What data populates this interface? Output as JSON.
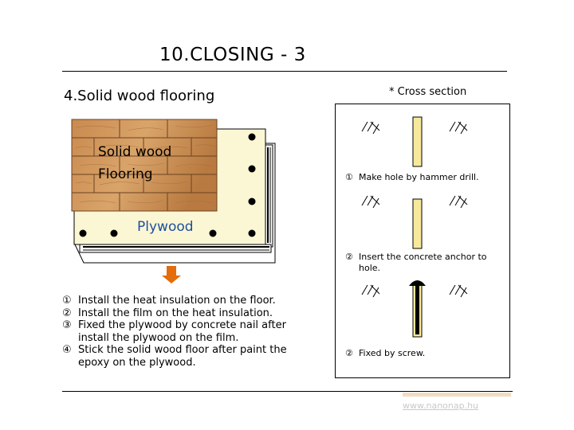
{
  "slide": {
    "title": "10.CLOSING - 3",
    "subtitle": "4.Solid wood flooring"
  },
  "left_diagram": {
    "wood_label_line1": "Solid wood",
    "wood_label_line2": "Flooring",
    "plywood_label": "Plywood",
    "plywood_label_color": "#1f4e9e",
    "arrow_color": "#e46c0a"
  },
  "cross_section": {
    "title": "* Cross section",
    "steps": [
      {
        "num": "①",
        "text": "Make hole by hammer drill."
      },
      {
        "num": "②",
        "text": "Insert the concrete anchor to hole."
      },
      {
        "num": "②",
        "text": "Fixed by screw."
      }
    ],
    "anchor_color": "#f7e99c"
  },
  "instructions": [
    {
      "num": "①",
      "text": "Install the heat insulation on the floor."
    },
    {
      "num": "②",
      "text": "Install the film on the heat insulation."
    },
    {
      "num": "③",
      "text": "Fixed the plywood by concrete nail after install the plywood on the film."
    },
    {
      "num": "④",
      "text": "Stick the solid wood floor after paint the epoxy on the plywood."
    }
  ],
  "footer": {
    "website": "www.nanonap.hu"
  }
}
